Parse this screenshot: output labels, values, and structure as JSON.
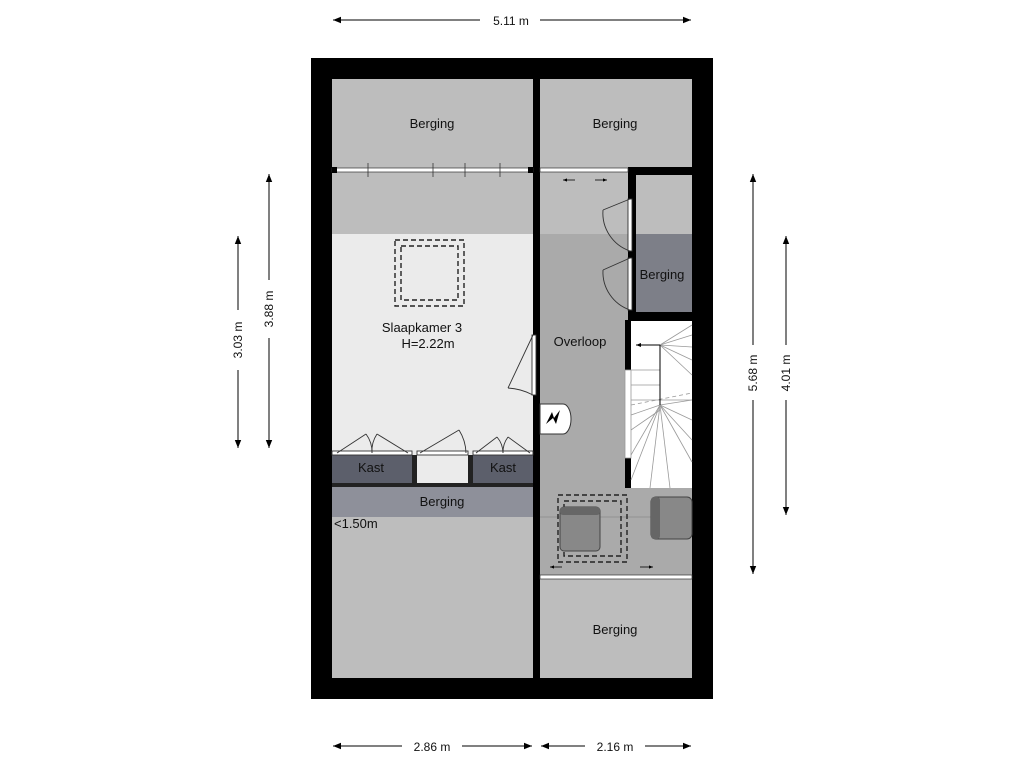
{
  "dimensions": {
    "top_width": "5.11 m",
    "bottom_left": "2.86 m",
    "bottom_right": "2.16 m",
    "left_inner": "3.03 m",
    "left_outer": "3.88 m",
    "right_outer": "5.68 m",
    "right_inner": "4.01 m"
  },
  "rooms": {
    "berging_top_left": "Berging",
    "berging_top_right": "Berging",
    "berging_small_right": "Berging",
    "slaapkamer_name": "Slaapkamer 3",
    "slaapkamer_height": "H=2.22m",
    "overloop": "Overloop",
    "kast_left": "Kast",
    "kast_right": "Kast",
    "berging_middle": "Berging",
    "height_note": "<1.50m",
    "berging_bottom_right": "Berging"
  },
  "colors": {
    "wall": "#000000",
    "berging": "#bdbdbd",
    "slaapkamer": "#ebebeb",
    "overloop": "#aaaaaa",
    "kast": "#5c5f6b",
    "berging_strip": "#8e909a",
    "small_berging": "#7d7f88",
    "stair": "#ffffff"
  }
}
